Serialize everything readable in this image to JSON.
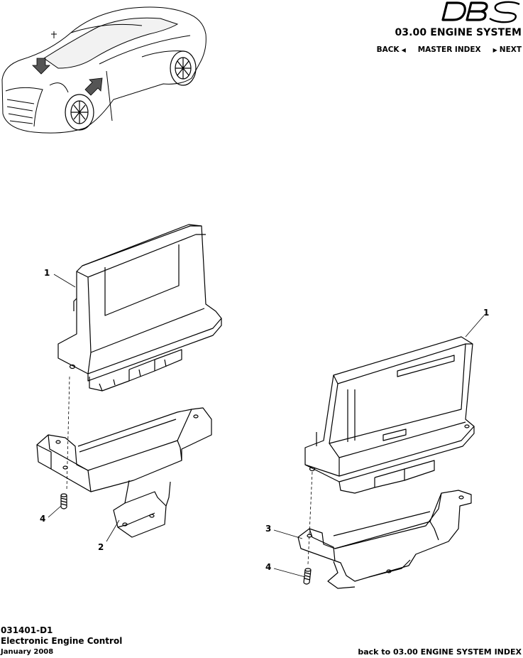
{
  "header": {
    "logo_text": "DBS",
    "section_title": "03.00 ENGINE SYSTEM",
    "nav": {
      "back_label": "BACK",
      "master_index_label": "MASTER INDEX",
      "next_label": "NEXT"
    }
  },
  "diagram": {
    "callouts_left": [
      "1",
      "2",
      "4"
    ],
    "callouts_right": [
      "1",
      "3",
      "4"
    ]
  },
  "footer": {
    "part_id": "031401-D1",
    "part_title": "Electronic Engine Control",
    "date": "January 2008",
    "back_link": "back to 03.00 ENGINE SYSTEM INDEX"
  },
  "colors": {
    "ink": "#000000",
    "shade": "#e6e6e6",
    "arrow": "#555555"
  }
}
